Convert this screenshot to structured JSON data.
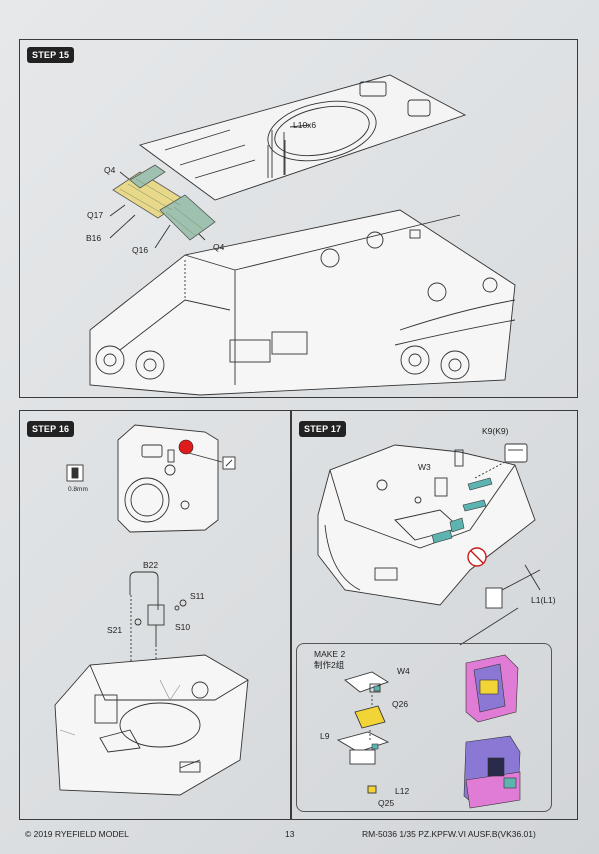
{
  "steps": {
    "s15": {
      "title": "STEP 15",
      "labels": {
        "L10x6": "L10x6",
        "Q4a": "Q4",
        "Q17": "Q17",
        "B16": "B16",
        "Q16": "Q16",
        "Q4b": "Q4"
      }
    },
    "s16": {
      "title": "STEP 16",
      "thickness": "0.8mm",
      "labels": {
        "B22": "B22",
        "S11": "S11",
        "S21": "S21",
        "S10": "S10"
      }
    },
    "s17": {
      "title": "STEP 17",
      "labels": {
        "K9": "K9(K9)",
        "W3": "W3",
        "L1": "L1(L1)"
      },
      "inset": {
        "make_en": "MAKE 2",
        "make_cn": "制作2组",
        "labels": {
          "W4": "W4",
          "Q26": "Q26",
          "L9": "L9",
          "L12": "L12",
          "Q25": "Q25"
        }
      }
    }
  },
  "colors": {
    "grid_panel": "#9fc2b0",
    "grid_panel_yellow": "#e8d98a",
    "accent_red": "#e01b1b",
    "inset_purple": "#8b78d4",
    "inset_pink": "#e07bd6",
    "inset_yellow": "#f2d436",
    "teal_part": "#5cb3b0"
  },
  "footer": {
    "copyright": "© 2019 RYEFIELD MODEL",
    "page": "13",
    "product": "RM-5036 1/35  PZ.KPFW.VI AUSF.B(VK36.01)"
  }
}
